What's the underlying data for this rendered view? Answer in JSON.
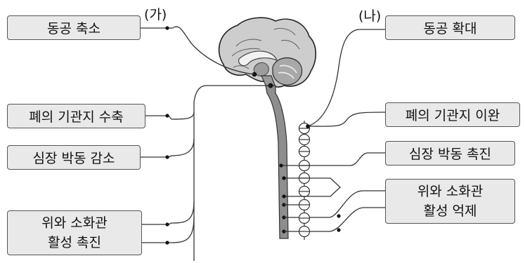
{
  "labels": {
    "ga": "(가)",
    "na": "(나)"
  },
  "left_effects": [
    "동공 축소",
    "폐의 기관지 수축",
    "심장 박동 감소",
    "위와 소화관",
    "활성 촉진"
  ],
  "right_effects": [
    "동공 확대",
    "폐의 기관지 이완",
    "심장 박동 촉진",
    "위와 소화관",
    "활성 억제"
  ]
}
